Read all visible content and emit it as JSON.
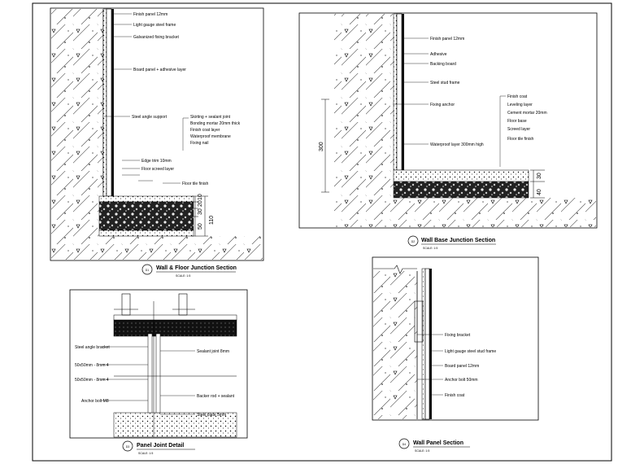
{
  "details": {
    "d1": {
      "tag": "D1",
      "title": "Wall & Floor Junction Section",
      "scale": "SCALE: 1:5",
      "dims": [
        "10",
        "20",
        "30",
        "50",
        "110"
      ],
      "callouts": [
        "Finish panel 12mm",
        "Light gauge steel frame",
        "Galvanized fixing bracket",
        "Board panel + adhesive layer",
        "Steel angle support",
        "Skirting + sealant joint",
        "Bonding mortar 20mm thick",
        "Finish coat layer",
        "Waterproof membrane",
        "Fixing nail",
        "Edge trim 10mm",
        "Floor screed layer",
        "Floor tile finish"
      ]
    },
    "d2": {
      "tag": "D2",
      "title": "Wall Base Junction Section",
      "scale": "SCALE: 1:5",
      "dims": [
        "300",
        "30",
        "40"
      ],
      "callouts": [
        "Finish panel 12mm",
        "Adhesive",
        "Backing board",
        "Steel stud frame",
        "Fixing anchor",
        "Waterproof layer 300mm high",
        "Finish coat",
        "Leveling layer",
        "Cement mortar 20mm",
        "Floor base",
        "Screed layer",
        "Floor tile finish"
      ]
    },
    "d3": {
      "tag": "D3",
      "title": "Panel Joint Detail",
      "scale": "SCALE: 1:5",
      "callouts": [
        "Steel angle bracket",
        "50x50mm - 8mm 4",
        "50x50mm - 8mm 4",
        "Anchor bolt M8",
        "Sealant joint 8mm",
        "Backer rod + sealant",
        "Steel plate 5mm"
      ]
    },
    "d4": {
      "tag": "D4",
      "title": "Wall Panel Section",
      "scale": "SCALE: 1:5",
      "callouts": [
        "Fixing bracket",
        "Light gauge steel stud frame",
        "Board panel 12mm",
        "Anchor bolt 50mm",
        "Finish coat"
      ]
    }
  }
}
